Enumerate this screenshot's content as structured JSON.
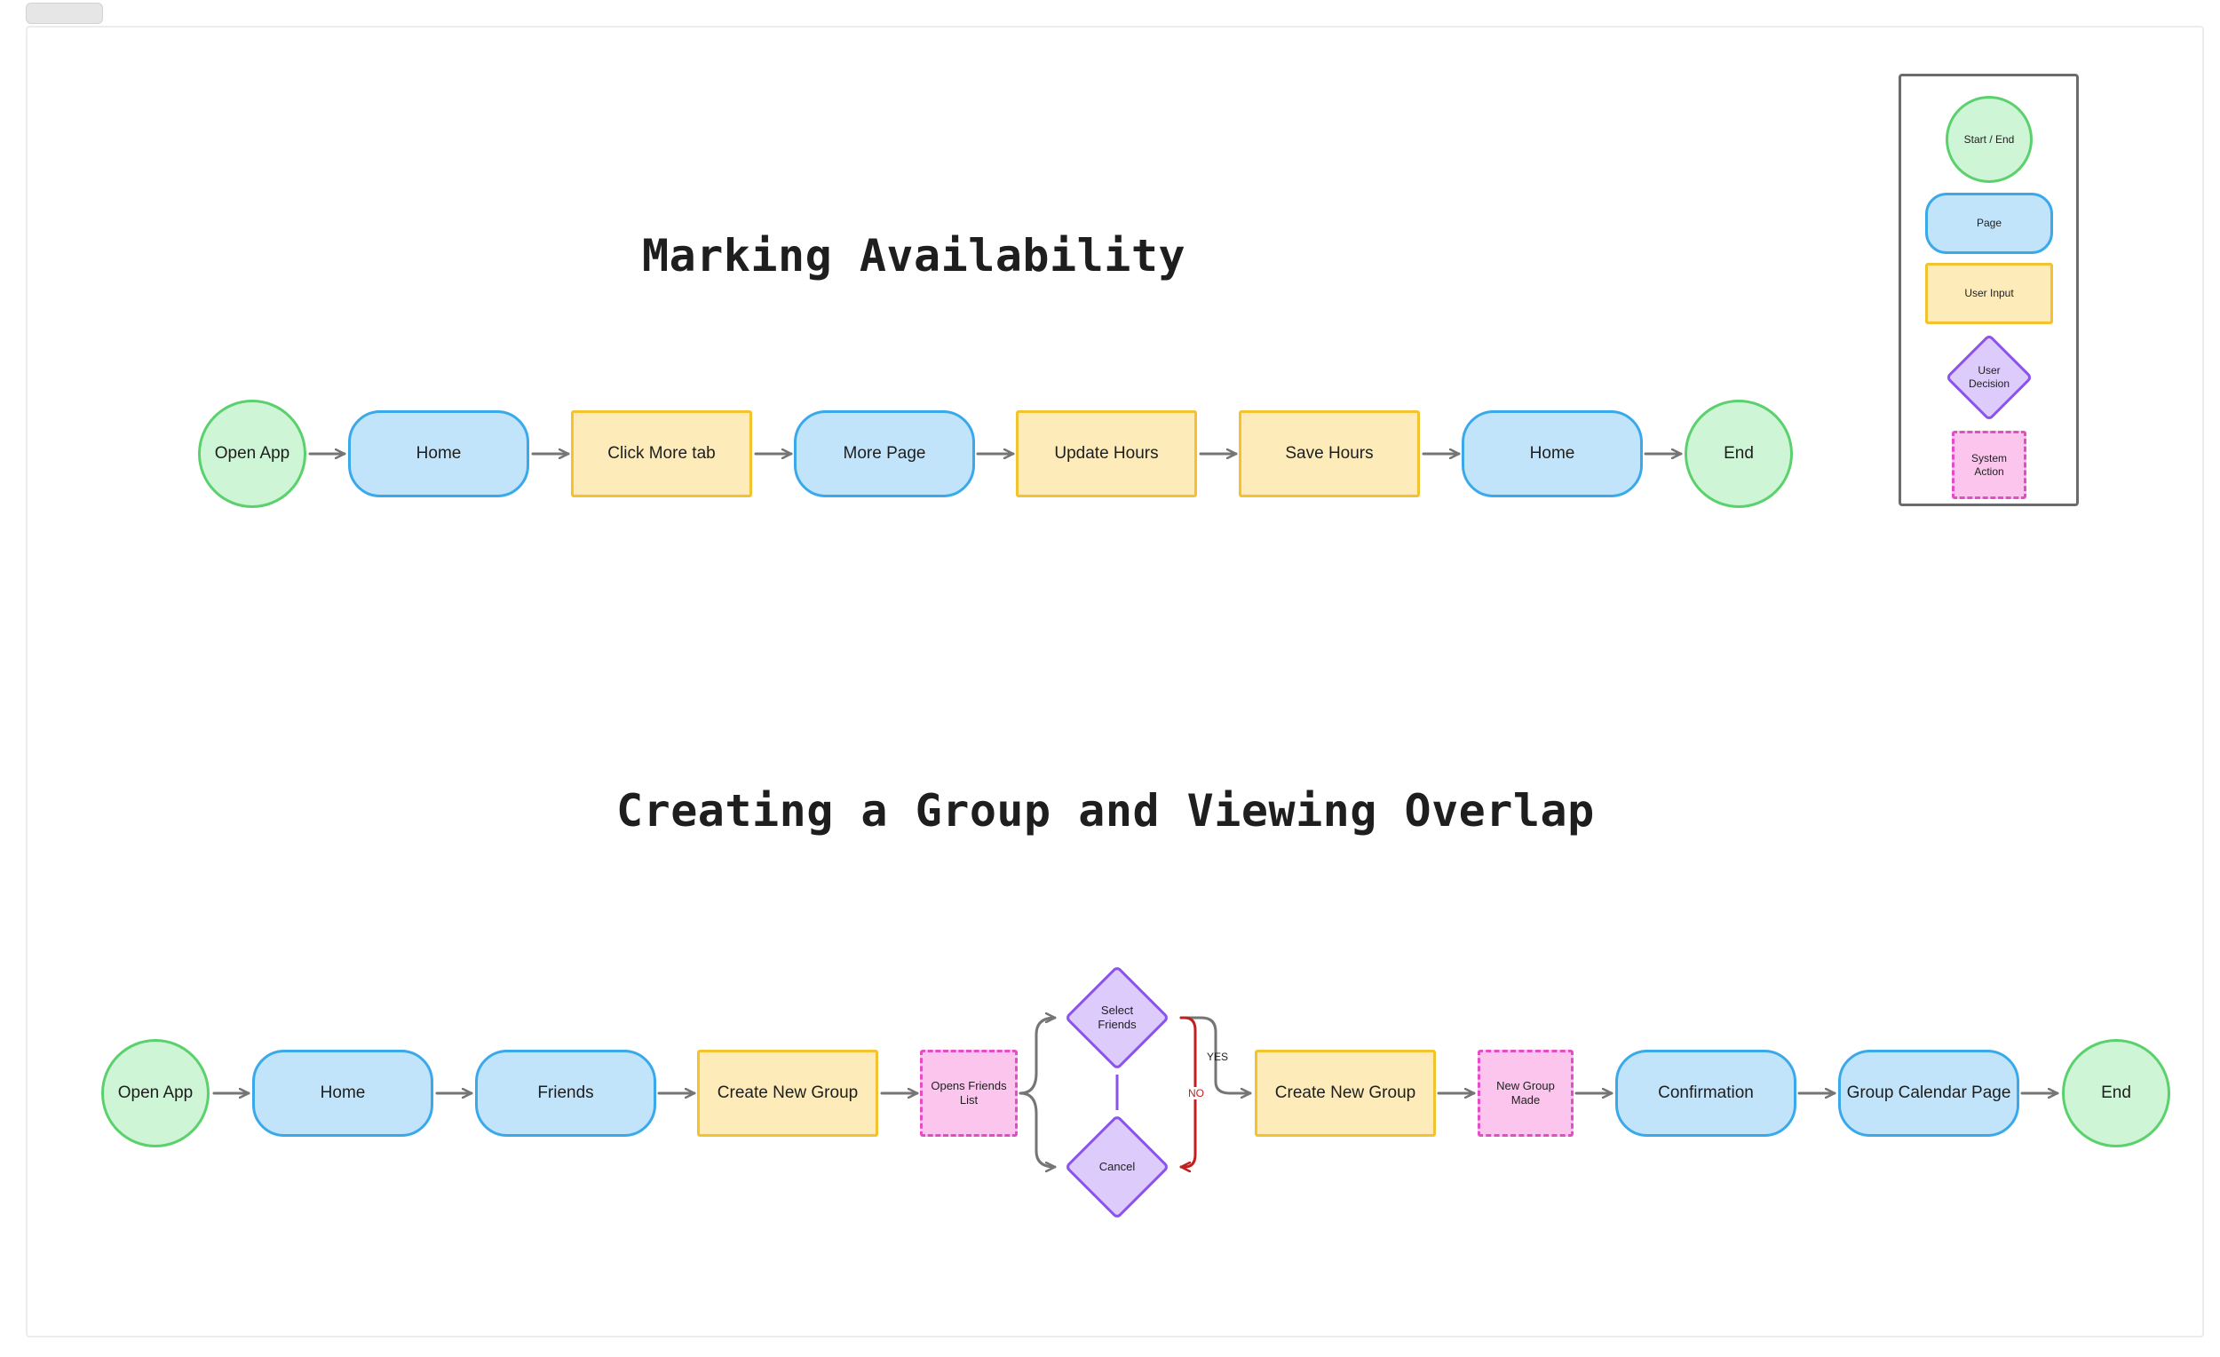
{
  "flow1": {
    "title": "Marking Availability",
    "nodes": [
      "Open App",
      "Home",
      "Click More tab",
      "More Page",
      "Update Hours",
      "Save Hours",
      "Home",
      "End"
    ]
  },
  "flow2": {
    "title": "Creating a Group and Viewing Overlap",
    "nodes": {
      "open_app": "Open App",
      "home": "Home",
      "friends": "Friends",
      "create_group": "Create New Group",
      "opens_friends_list": "Opens Friends List",
      "select_friends": "Select Friends",
      "cancel": "Cancel",
      "create_group_2": "Create New Group",
      "new_group_made": "New Group Made",
      "confirmation": "Confirmation",
      "group_calendar": "Group Calendar Page",
      "end": "End"
    },
    "edge_labels": {
      "yes": "YES",
      "no": "NO"
    }
  },
  "legend": {
    "start_end": "Start / End",
    "page": "Page",
    "user_input": "User Input",
    "user_decision": "User Decision",
    "system_action": "System Action"
  },
  "colors": {
    "start_end": "#5ad16c",
    "page": "#3aa9ea",
    "user_input": "#f4c12f",
    "user_decision": "#8b52ec",
    "system_action": "#e54cc5",
    "arrow": "#757575",
    "no_branch": "#c0211e"
  }
}
